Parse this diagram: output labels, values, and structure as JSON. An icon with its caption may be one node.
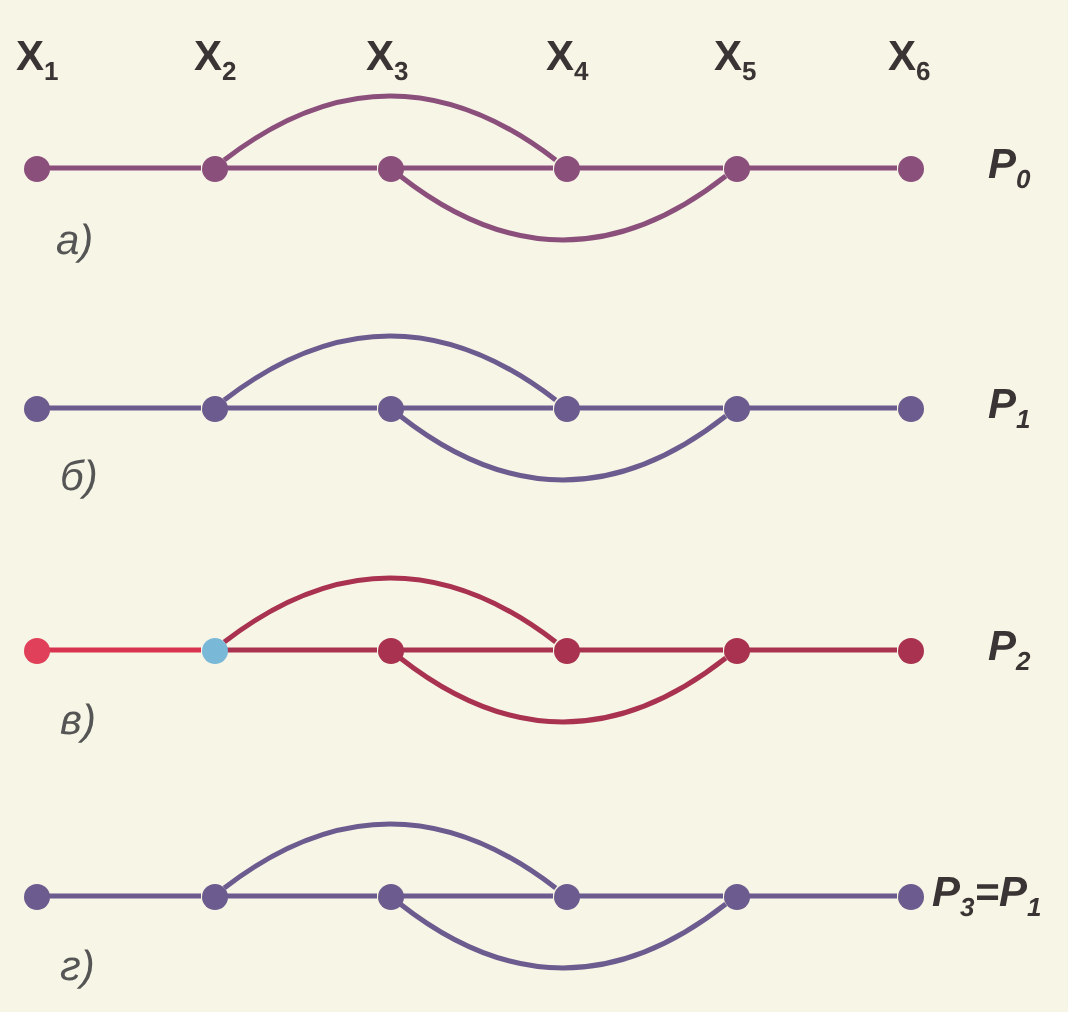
{
  "diagram": {
    "nodes": [
      {
        "text": [],
        "shape": "circle"
      },
      {
        "text": [],
        "shape": "circle"
      },
      {
        "text": [],
        "shape": "circle"
      },
      {
        "text": [],
        "shape": "circle"
      },
      {
        "text": [],
        "shape": "circle"
      },
      {
        "text": [],
        "shape": "circle"
      },
      {
        "text": [],
        "shape": "circle"
      },
      {
        "text": [],
        "shape": "circle"
      },
      {
        "text": [],
        "shape": "circle"
      },
      {
        "text": [],
        "shape": "circle"
      },
      {
        "text": [],
        "shape": "circle"
      },
      {
        "text": [],
        "shape": "circle"
      },
      {
        "text": [],
        "shape": "circle"
      },
      {
        "text": [],
        "shape": "circle"
      },
      {
        "text": [],
        "shape": "circle"
      },
      {
        "text": [],
        "shape": "circle"
      },
      {
        "text": [],
        "shape": "circle"
      },
      {
        "text": [],
        "shape": "circle"
      },
      {
        "text": [],
        "shape": "circle"
      },
      {
        "text": [],
        "shape": "circle"
      },
      {
        "text": [],
        "shape": "circle"
      },
      {
        "text": [],
        "shape": "circle"
      },
      {
        "text": [],
        "shape": "circle"
      },
      {
        "text": [],
        "shape": "circle"
      }
    ],
    "edges": [
      {
        "from": 0,
        "to": 1,
        "arrow": "none",
        "color": "#8b4f7c"
      },
      {
        "from": 1,
        "to": 2,
        "arrow": "none",
        "color": "#8b4f7c"
      },
      {
        "from": 2,
        "to": 3,
        "arrow": "none",
        "color": "#8b4f7c"
      },
      {
        "from": 3,
        "to": 4,
        "arrow": "none",
        "color": "#8b4f7c"
      },
      {
        "from": 4,
        "to": 5,
        "arrow": "none",
        "color": "#8b4f7c"
      },
      {
        "from": 1,
        "to": 3,
        "arrow": "none",
        "color": "#8b4f7c"
      },
      {
        "from": 2,
        "to": 4,
        "arrow": "none",
        "color": "#8b4f7c"
      },
      {
        "from": 6,
        "to": 7,
        "arrow": "none"
      },
      {
        "from": 7,
        "to": 8,
        "arrow": "none"
      },
      {
        "from": 8,
        "to": 9,
        "arrow": "none"
      },
      {
        "from": 9,
        "to": 10,
        "arrow": "none"
      },
      {
        "from": 10,
        "to": 11,
        "arrow": "none"
      },
      {
        "from": 7,
        "to": 9,
        "arrow": "none"
      },
      {
        "from": 8,
        "to": 10,
        "arrow": "none"
      },
      {
        "from": 12,
        "to": 13,
        "arrow": "none",
        "color": "#d8344f"
      },
      {
        "from": 13,
        "to": 14,
        "arrow": "none",
        "color": "#a8324f"
      },
      {
        "from": 14,
        "to": 15,
        "arrow": "none",
        "color": "#a8324f"
      },
      {
        "from": 15,
        "to": 16,
        "arrow": "none",
        "color": "#a8324f"
      },
      {
        "from": 16,
        "to": 17,
        "arrow": "none",
        "color": "#a8324f"
      },
      {
        "from": 13,
        "to": 15,
        "arrow": "none",
        "color": "#a8324f"
      },
      {
        "from": 14,
        "to": 16,
        "arrow": "none",
        "color": "#a8324f"
      },
      {
        "from": 18,
        "to": 19,
        "arrow": "none"
      },
      {
        "from": 19,
        "to": 20,
        "arrow": "none"
      },
      {
        "from": 20,
        "to": 21,
        "arrow": "none"
      },
      {
        "from": 21,
        "to": 22,
        "arrow": "none"
      },
      {
        "from": 22,
        "to": 23,
        "arrow": "none"
      },
      {
        "from": 19,
        "to": 21,
        "arrow": "none"
      },
      {
        "from": 20,
        "to": 22,
        "arrow": "none"
      }
    ],
    "labels": [
      "X$_{1}$",
      "X$_{2}$",
      "X$_{3}$",
      "X$_{4}$",
      "X$_{5}$",
      "X$_{6}$",
      "P$_{0}$",
      "а)",
      "P$_{1}$",
      "б)",
      "P$_{2}$",
      "в)",
      "P$_{3}$=P$_{1}$",
      "г)"
    ]
  }
}
